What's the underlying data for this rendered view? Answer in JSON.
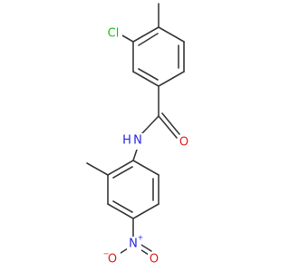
{
  "molecule": {
    "atoms": {
      "cl": {
        "label": "Cl",
        "color": "#1fbf1f"
      },
      "n_amide": {
        "label": "N",
        "color": "#2727e6"
      },
      "h_amide": {
        "label": "H",
        "color": "#2727e6"
      },
      "o_carbonyl": {
        "label": "O",
        "color": "#e02020"
      },
      "n_nitro": {
        "label": "N",
        "color": "#2727e6",
        "charge": "+"
      },
      "o_nitro_left": {
        "label": "O",
        "color": "#e02020",
        "charge": "−"
      },
      "o_nitro_right": {
        "label": "O",
        "color": "#e02020"
      }
    },
    "bond_color": "#3a3a3a"
  }
}
